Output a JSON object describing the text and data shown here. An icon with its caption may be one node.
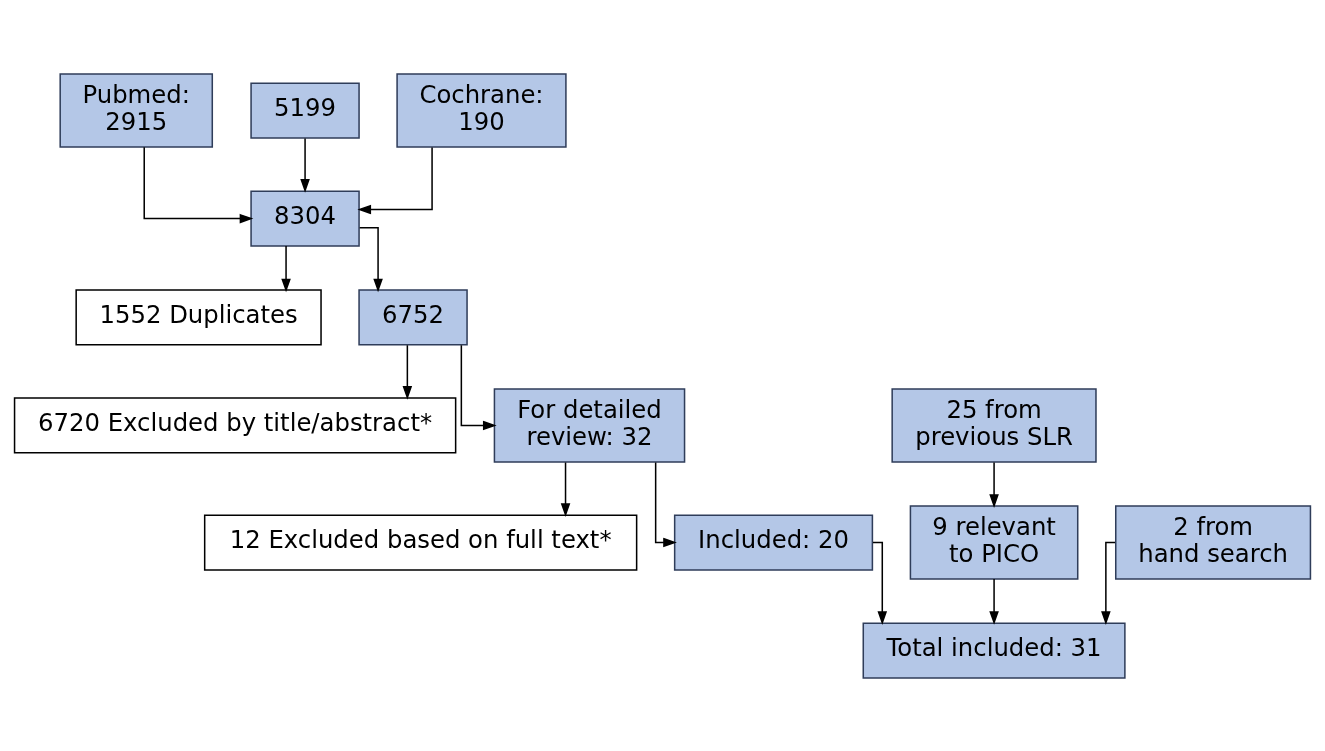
{
  "diagram": {
    "nodes": [
      {
        "text": [
          "Pubmed: 2915"
        ]
      },
      {
        "text": [
          "5199"
        ]
      },
      {
        "text": [
          "Cochrane: 190"
        ]
      },
      {
        "text": [
          "8304"
        ]
      },
      {
        "text": [
          "1552 Duplicates"
        ]
      },
      {
        "text": [
          "6752"
        ]
      },
      {
        "text": [
          "6720 Excluded by title/abstract*"
        ]
      },
      {
        "text": [
          "For detailed review: 32"
        ]
      },
      {
        "text": [
          "12 Excluded based on full text*"
        ]
      },
      {
        "text": [
          "Included: 20"
        ]
      },
      {
        "text": [
          "25 from previous SLR"
        ]
      },
      {
        "text": [
          "9 relevant to PICO"
        ]
      },
      {
        "text": [
          "2 from hand search"
        ]
      },
      {
        "text": [
          "Total included: 31"
        ]
      }
    ],
    "edges": [
      {
        "from": 0,
        "to": 3,
        "arrow": "to"
      },
      {
        "from": 1,
        "to": 3,
        "arrow": "to"
      },
      {
        "from": 2,
        "to": 3,
        "arrow": "to"
      },
      {
        "from": 3,
        "to": 4,
        "arrow": "to"
      },
      {
        "from": 3,
        "to": 5,
        "arrow": "to"
      },
      {
        "from": 5,
        "to": 6,
        "arrow": "to"
      },
      {
        "from": 5,
        "to": 7,
        "arrow": "to"
      },
      {
        "from": 7,
        "to": 8,
        "arrow": "to"
      },
      {
        "from": 7,
        "to": 9,
        "arrow": "to"
      },
      {
        "from": 10,
        "to": 11,
        "arrow": "to"
      },
      {
        "from": 9,
        "to": 13,
        "arrow": "to"
      },
      {
        "from": 11,
        "to": 13,
        "arrow": "to"
      },
      {
        "from": 12,
        "to": 13,
        "arrow": "to"
      }
    ]
  }
}
